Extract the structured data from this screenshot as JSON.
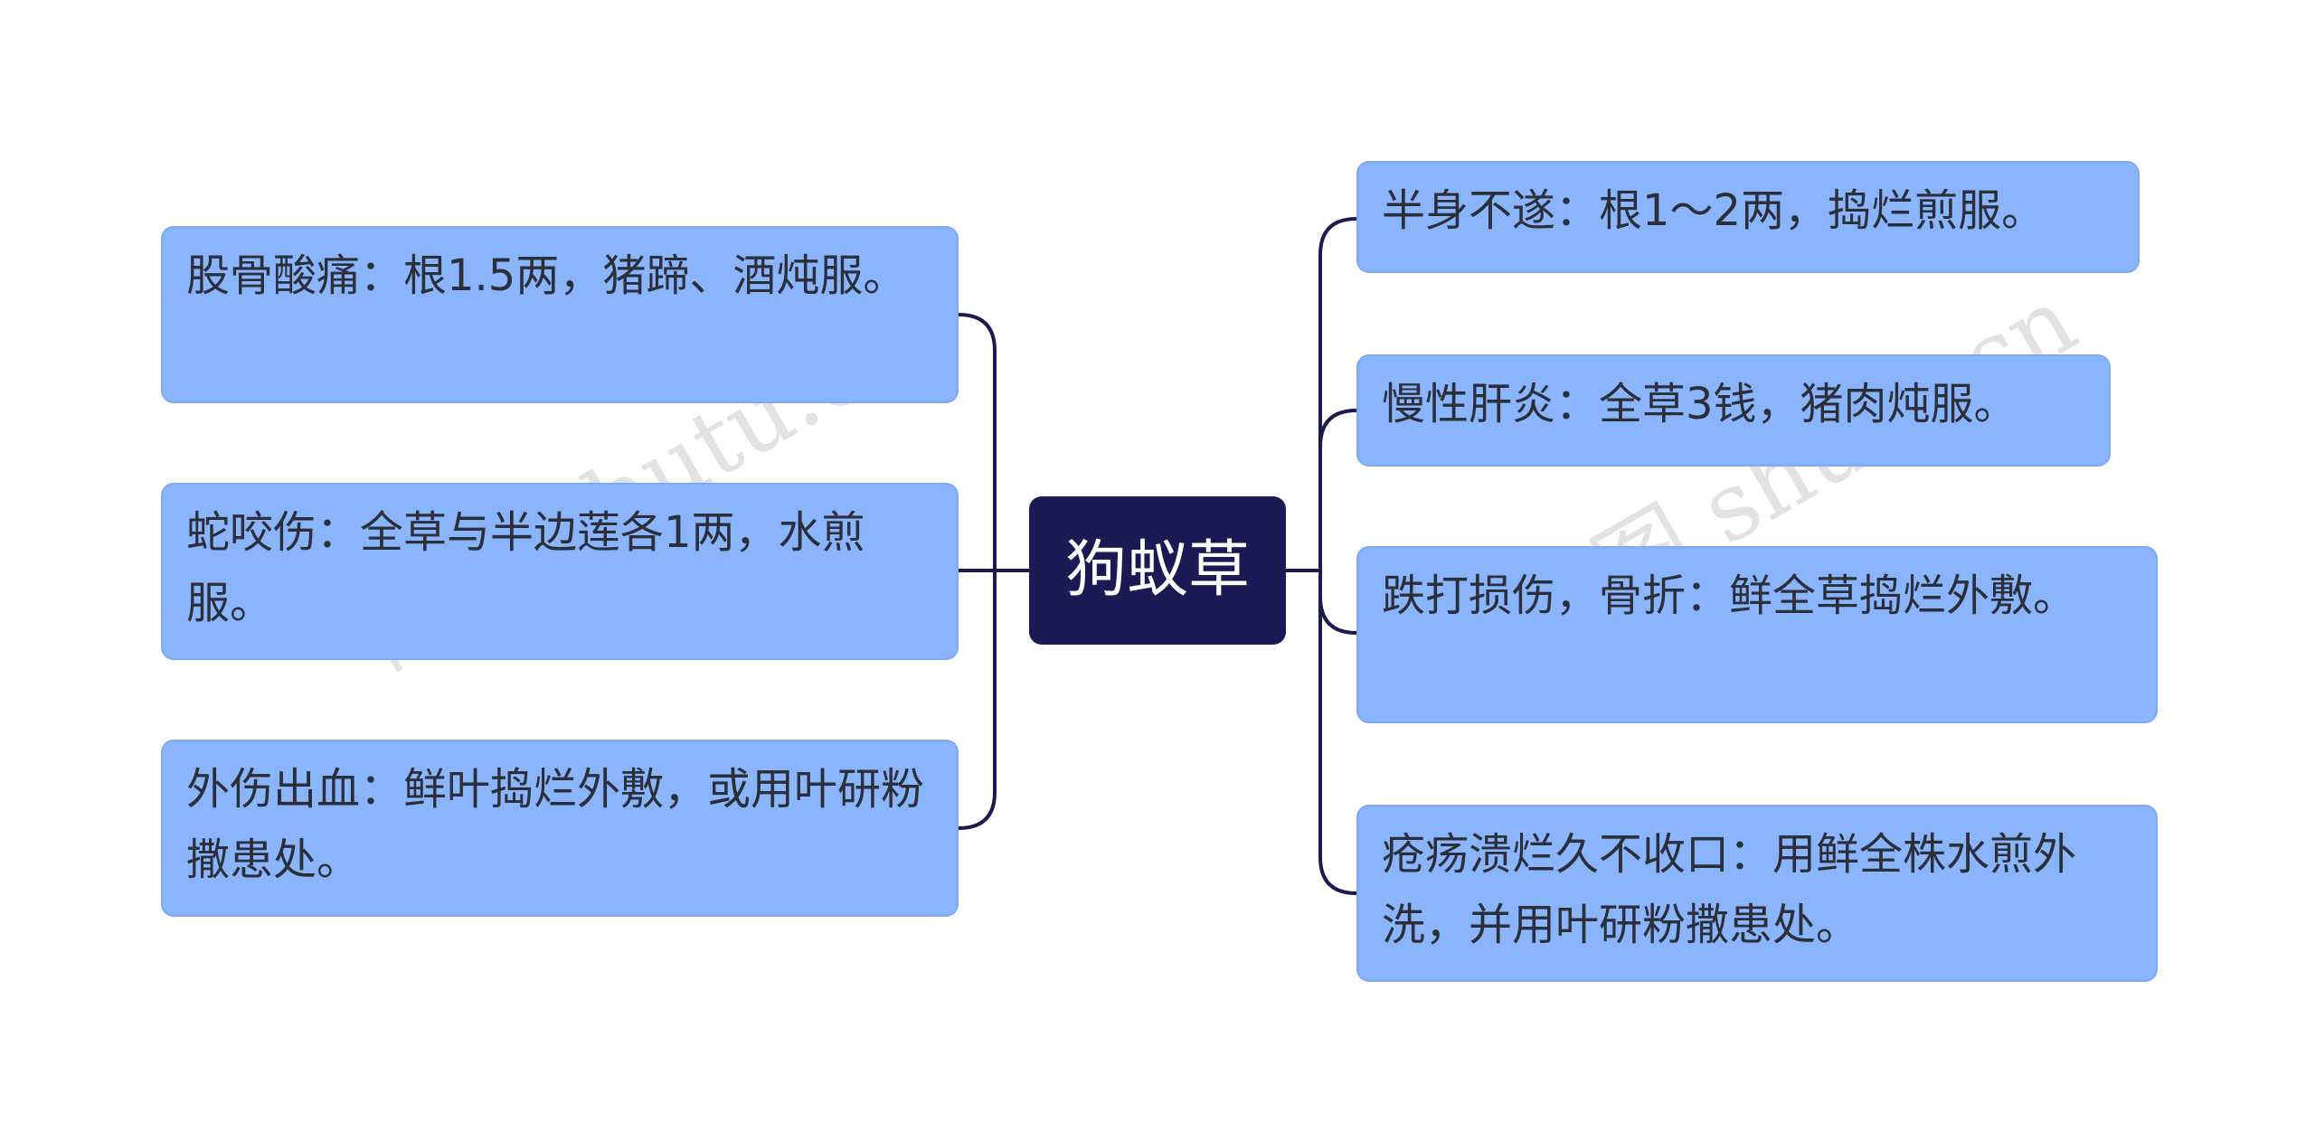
{
  "root": {
    "label": "狗蚁草"
  },
  "left_branches": [
    {
      "text": "股骨酸痛：根1.5两，猪蹄、酒炖服。"
    },
    {
      "text": "蛇咬伤：全草与半边莲各1两，水煎服。"
    },
    {
      "text": "外伤出血：鲜叶捣烂外敷，或用叶研粉撒患处。"
    }
  ],
  "right_branches": [
    {
      "text": "半身不遂：根1～2两，捣烂煎服。"
    },
    {
      "text": "慢性肝炎：全草3钱，猪肉炖服。"
    },
    {
      "text": "跌打损伤，骨折：鲜全草捣烂外敷。"
    },
    {
      "text": "疮疡溃烂久不收口：用鲜全株水煎外洗，并用叶研粉撒患处。"
    }
  ],
  "watermarks": [
    {
      "text": "树图 shutu.cn"
    },
    {
      "text": "树图 shutu.cn"
    }
  ],
  "colors": {
    "root_fill": "#1c1a54",
    "node_fill": "#8ab4fc",
    "connector": "#1c1a4f"
  }
}
